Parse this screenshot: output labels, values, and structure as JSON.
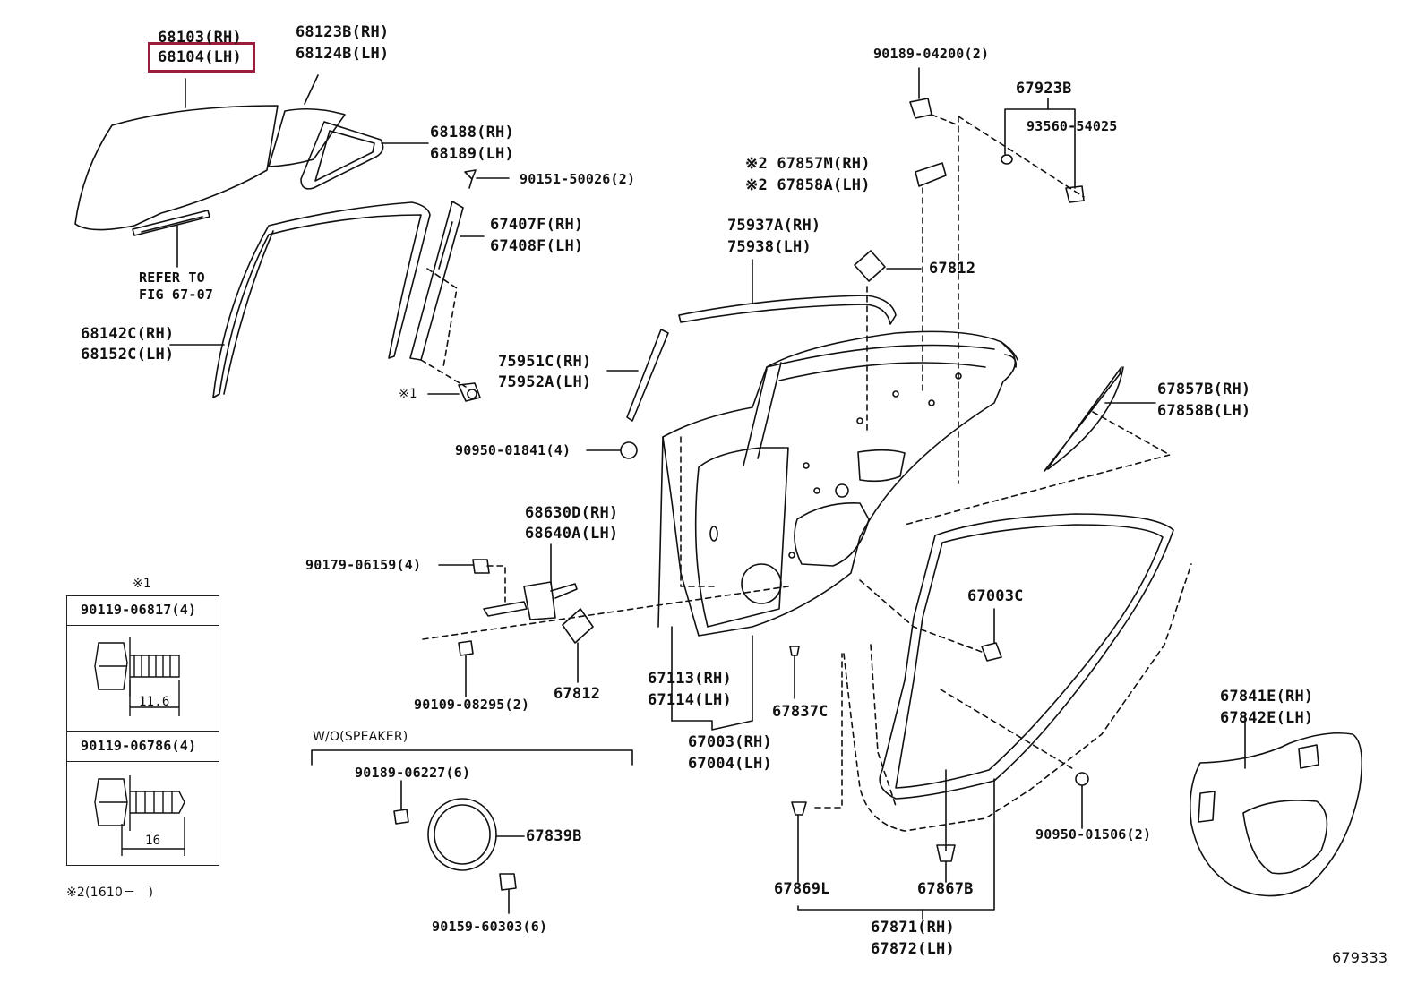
{
  "labels": {
    "p68103": "68103(RH)",
    "p68104": "68104(LH)",
    "p68123B": "68123B(RH)",
    "p68124B": "68124B(LH)",
    "p68188": "68188(RH)",
    "p68189": "68189(LH)",
    "p90151": "90151-50026(2)",
    "p67407F": "67407F(RH)",
    "p67408F": "67408F(LH)",
    "refer1": "REFER TO",
    "refer2": "FIG 67-07",
    "p68142C": "68142C(RH)",
    "p68152C": "68152C(LH)",
    "p75951C": "75951C(RH)",
    "p75952A": "75952A(LH)",
    "note1bolt": "※1",
    "p90950a": "90950-01841(4)",
    "p68630D": "68630D(RH)",
    "p68640A": "68640A(LH)",
    "p90179": "90179-06159(4)",
    "p90109": "90109-08295(2)",
    "p67812b": "67812",
    "p67113": "67113(RH)",
    "p67114": "67114(LH)",
    "p67003": "67003(RH)",
    "p67004": "67004(LH)",
    "p67837C": "67837C",
    "p90189a": "90189-04200(2)",
    "p67923B": "67923B",
    "p93560": "93560-54025",
    "p67857M": "※2 67857M(RH)",
    "p67858A": "※2 67858A(LH)",
    "p75937A": "75937A(RH)",
    "p75938": "75938(LH)",
    "p67812a": "67812",
    "p67857B": "67857B(RH)",
    "p67858B": "67858B(LH)",
    "p67003C": "67003C",
    "p90950b": "90950-01506(2)",
    "p67841E": "67841E(RH)",
    "p67842E": "67842E(LH)",
    "p67869L": "67869L",
    "p67867B": "67867B",
    "p67871": "67871(RH)",
    "p67872": "67872(LH)",
    "wo_speaker": "W/O(SPEAKER)",
    "p90189b": "90189-06227(6)",
    "p67839B": "67839B",
    "p90159": "90159-60303(6)",
    "legend_title": "※1",
    "legend1": "90119-06817(4)",
    "legend1_dim": "11.6",
    "legend2": "90119-06786(4)",
    "legend2_dim": "16",
    "note2": "※2(1610－　)",
    "figno": "679333"
  },
  "colors": {
    "line": "#111111",
    "highlight": "#9b1b3a",
    "panel_fill": "#ffffff"
  }
}
